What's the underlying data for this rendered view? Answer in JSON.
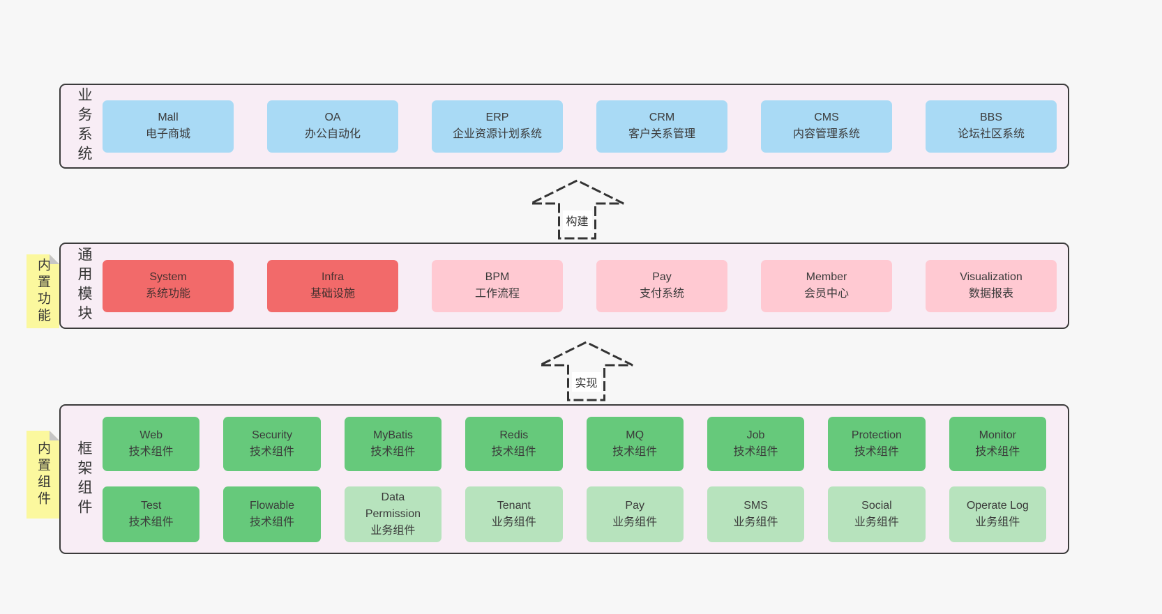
{
  "colors": {
    "canvas_bg": "#f7f7f7",
    "layer_bg": "#f8edf5",
    "layer_border": "#3b3b3b",
    "blue_box": "#a9daf5",
    "red_box": "#f26a6a",
    "pink_box": "#ffc9d2",
    "green_box": "#66c97b",
    "light_green_box": "#b7e3bd",
    "sticky_note": "#fbf89e",
    "note_fold": "#c6c6c6",
    "text": "#383838"
  },
  "arrows": [
    {
      "label": "构建"
    },
    {
      "label": "实现"
    }
  ],
  "layers": [
    {
      "key": "business",
      "label": "业务系统",
      "rows": [
        [
          {
            "t": "Mall",
            "s": "电子商城",
            "v": "blue"
          },
          {
            "t": "OA",
            "s": "办公自动化",
            "v": "blue"
          },
          {
            "t": "ERP",
            "s": "企业资源计划系统",
            "v": "blue"
          },
          {
            "t": "CRM",
            "s": "客户关系管理",
            "v": "blue"
          },
          {
            "t": "CMS",
            "s": "内容管理系统",
            "v": "blue"
          },
          {
            "t": "BBS",
            "s": "论坛社区系统",
            "v": "blue"
          }
        ]
      ]
    },
    {
      "key": "modules",
      "label": "通用模块",
      "note": "内置功能",
      "rows": [
        [
          {
            "t": "System",
            "s": "系统功能",
            "v": "red"
          },
          {
            "t": "Infra",
            "s": "基础设施",
            "v": "red"
          },
          {
            "t": "BPM",
            "s": "工作流程",
            "v": "pink"
          },
          {
            "t": "Pay",
            "s": "支付系统",
            "v": "pink"
          },
          {
            "t": "Member",
            "s": "会员中心",
            "v": "pink"
          },
          {
            "t": "Visualization",
            "s": "数据报表",
            "v": "pink"
          }
        ]
      ]
    },
    {
      "key": "components",
      "label": "框架组件",
      "note": "内置组件",
      "rows": [
        [
          {
            "t": "Web",
            "s": "技术组件",
            "v": "green"
          },
          {
            "t": "Security",
            "s": "技术组件",
            "v": "green"
          },
          {
            "t": "MyBatis",
            "s": "技术组件",
            "v": "green"
          },
          {
            "t": "Redis",
            "s": "技术组件",
            "v": "green"
          },
          {
            "t": "MQ",
            "s": "技术组件",
            "v": "green"
          },
          {
            "t": "Job",
            "s": "技术组件",
            "v": "green"
          },
          {
            "t": "Protection",
            "s": "技术组件",
            "v": "green"
          },
          {
            "t": "Monitor",
            "s": "技术组件",
            "v": "green"
          }
        ],
        [
          {
            "t": "Test",
            "s": "技术组件",
            "v": "green"
          },
          {
            "t": "Flowable",
            "s": "技术组件",
            "v": "green"
          },
          {
            "t": "Data Permission",
            "s": "业务组件",
            "v": "lightgreen"
          },
          {
            "t": "Tenant",
            "s": "业务组件",
            "v": "lightgreen"
          },
          {
            "t": "Pay",
            "s": "业务组件",
            "v": "lightgreen"
          },
          {
            "t": "SMS",
            "s": "业务组件",
            "v": "lightgreen"
          },
          {
            "t": "Social",
            "s": "业务组件",
            "v": "lightgreen"
          },
          {
            "t": "Operate Log",
            "s": "业务组件",
            "v": "lightgreen"
          }
        ]
      ]
    }
  ]
}
